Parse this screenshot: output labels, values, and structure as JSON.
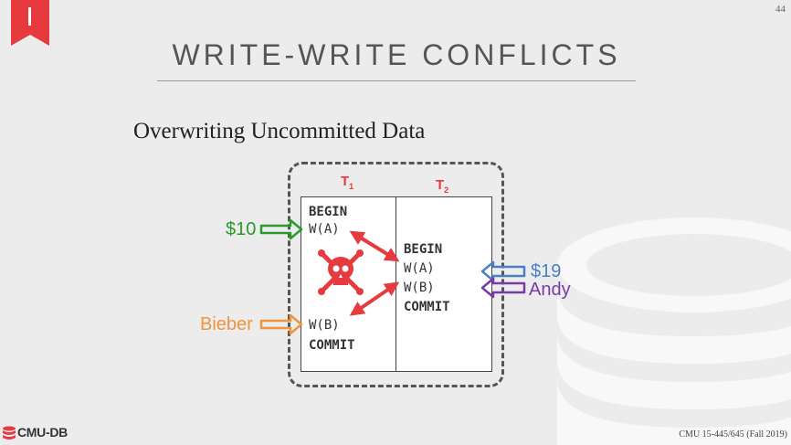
{
  "slide": {
    "page_number": "44",
    "title": "WRITE-WRITE CONFLICTS",
    "subtitle": "Overwriting Uncommitted Data"
  },
  "schedule": {
    "t1_label": "T",
    "t1_sub": "1",
    "t2_label": "T",
    "t2_sub": "2",
    "t1_ops": {
      "begin": "BEGIN",
      "write_a": "W(A)",
      "write_b": "W(B)",
      "commit": "COMMIT"
    },
    "t2_ops": {
      "begin": "BEGIN",
      "write_a": "W(A)",
      "write_b": "W(B)",
      "commit": "COMMIT"
    }
  },
  "values": {
    "t1_a": "$10",
    "t1_b": "Bieber",
    "t2_a": "$19",
    "t2_b": "Andy"
  },
  "colors": {
    "green": "#2a9a2a",
    "orange": "#f0943f",
    "blue": "#4b7fc4",
    "purple": "#7a3aa8",
    "red": "#e63a3f"
  },
  "icons": {
    "bookmark": "bookmark-icon",
    "conflict": "skull-crossbones-icon",
    "logo": "database-icon"
  },
  "footer": {
    "logo_text": "CMU-DB",
    "course": "CMU 15-445/645 (Fall 2019)"
  }
}
